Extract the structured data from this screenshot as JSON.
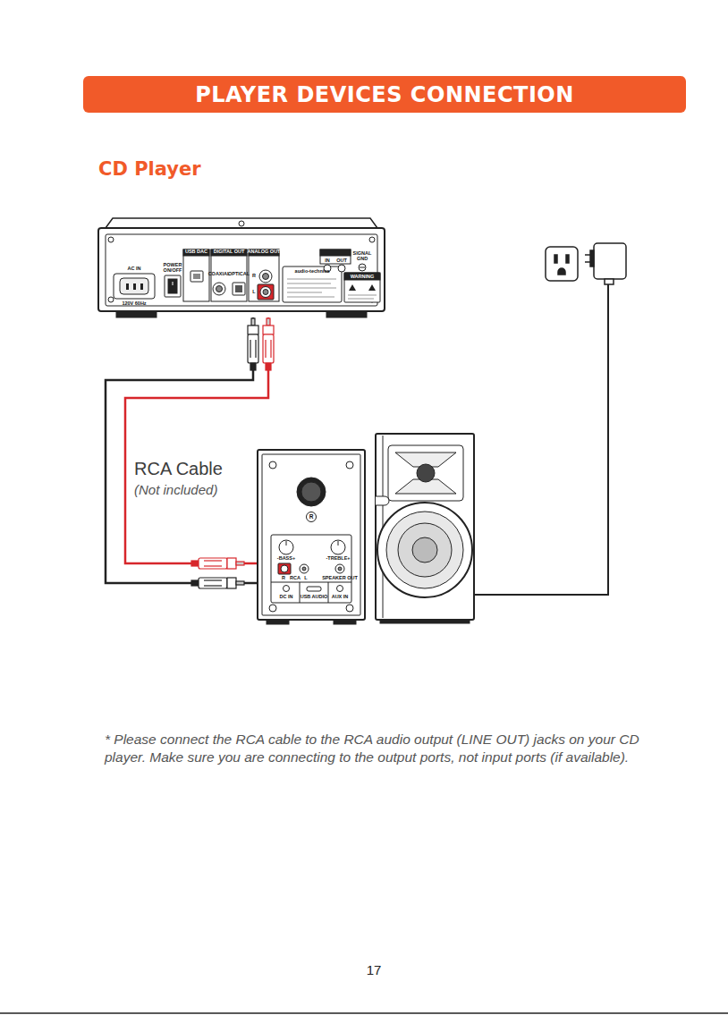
{
  "diagram": {
    "title": "PLAYER DEVICES CONNECTION",
    "nodes": [
      {
        "text": [
          "AC IN",
          "POWER ON/OFF",
          "120V 60Hz",
          "USB DAC",
          "DIGITAL OUT",
          "COAXIAL",
          "OPTICAL",
          "ANALOG OUT",
          "R",
          "L",
          "audio-technica",
          "WARNING",
          "IN",
          "OUT",
          "SIGNAL GND"
        ]
      },
      {
        "text": [
          "R",
          "-BASS+",
          "-TREBLE+",
          "R",
          "RCA",
          "L",
          "SPEAKER OUT",
          "DC IN",
          "USB AUDIO",
          "AUX IN"
        ]
      }
    ],
    "edges": [
      {
        "from": 0,
        "to": 1,
        "arrow": "none"
      },
      {
        "from": 0,
        "to": 1,
        "arrow": "none"
      }
    ],
    "labels": [
      "CD Player",
      "RCA Cable",
      "(Not included)",
      "* Please connect the RCA cable to the RCA audio output (LINE OUT) jacks on your CD player. Make sure you are connecting to the output ports, not input ports (if available).",
      "17"
    ]
  }
}
